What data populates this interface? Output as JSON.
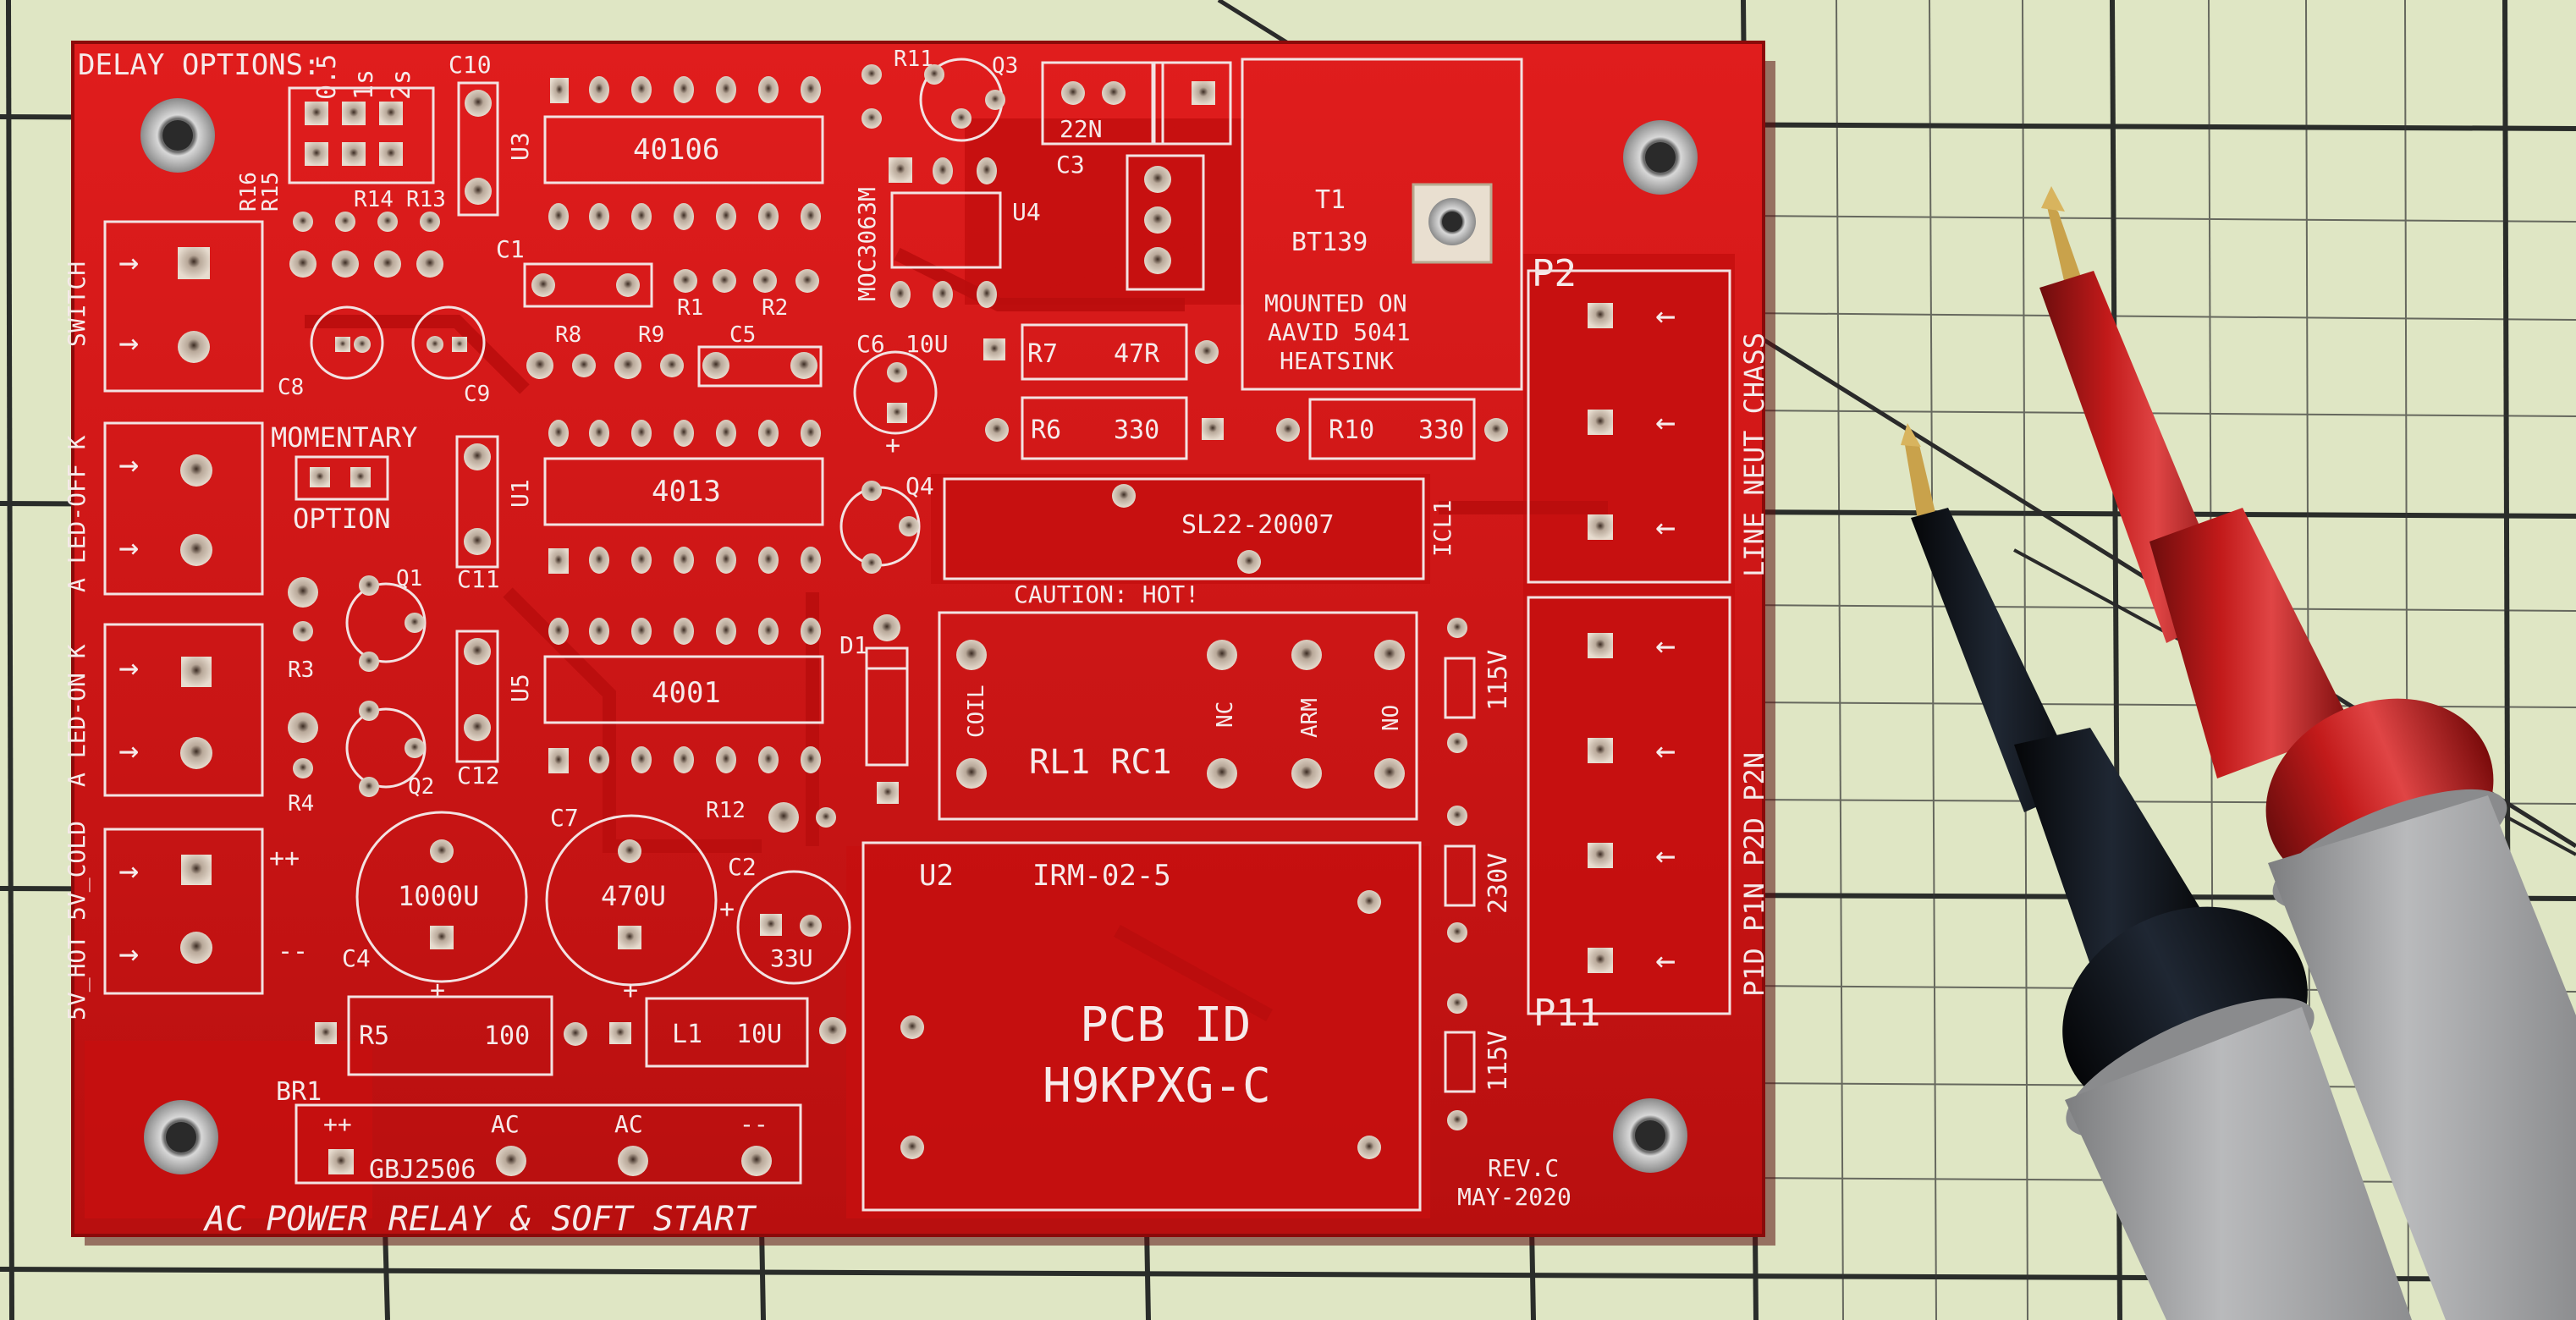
{
  "photo": {
    "subject": "red printed circuit board with two multimeter test probes",
    "mat_color": "#dfe6c4",
    "board_color": "#d51414",
    "silkscreen_color": "#f6eaea"
  },
  "board": {
    "title": "AC POWER RELAY & SOFT START",
    "delay_options": {
      "label": "DELAY OPTIONS:",
      "opt_05": "0.5",
      "opt_1s": "1s",
      "opt_2s": "2s"
    },
    "rev": "REV.C",
    "date": "MAY-2020",
    "pcb_id_label": "PCB ID",
    "pcb_id": "H9KPXG-C",
    "caution": "CAUTION: HOT!",
    "heatsink_note": {
      "line1": "MOUNTED ON",
      "line2": "AAVID 5041",
      "line3": "HEATSINK"
    },
    "momentary": {
      "line1": "MOMENTARY",
      "line2": "OPTION"
    },
    "side_labels": {
      "switch": "SWITCH",
      "led_off": "A  LED-OFF  K",
      "led_on": "A  LED-ON  K",
      "power": "5V_HOT 5V_COLD",
      "p2": "LINE NEUT CHASS",
      "p11": "P1D  P1N  P2D  P2N"
    },
    "connectors": {
      "p2": "P2",
      "p11": "P11"
    },
    "ics": {
      "u3": "U3",
      "u3_part": "40106",
      "u1": "U1",
      "u1_part": "4013",
      "u5": "U5",
      "u5_part": "4001",
      "u4": "U4",
      "u4_part": "MOC3063M",
      "u2": "U2",
      "u2_part": "IRM-02-5",
      "icl1": "ICL1",
      "icl1_part": "SL22-20007"
    },
    "relay": {
      "name": "RL1 RC1",
      "coil": "COIL",
      "nc": "NC",
      "arm": "ARM",
      "no": "NO"
    },
    "triac": {
      "ref": "T1",
      "part": "BT139"
    },
    "bridge": {
      "ref": "BR1",
      "part": "GBJ2506",
      "pp": "++",
      "ac1": "AC",
      "ac2": "AC",
      "mm": "--"
    },
    "caps": {
      "c1": "C1",
      "c2": "C2",
      "c2_val": "33U",
      "c3": "C3",
      "c3_val": "22N",
      "c4": "C4",
      "c4_val": "1000U",
      "c5": "C5",
      "c6": "C6",
      "c6_val": "10U",
      "c7": "C7",
      "c7_val": "470U",
      "c8": "C8",
      "c9": "C9",
      "c10": "C10",
      "c11": "C11",
      "c12": "C12"
    },
    "resistors": {
      "r1": "R1",
      "r2": "R2",
      "r3": "R3",
      "r4": "R4",
      "r5": "R5",
      "r5_val": "100",
      "r6": "R6",
      "r6_val": "330",
      "r7": "R7",
      "r7_val": "47R",
      "r8": "R8",
      "r9": "R9",
      "r10": "R10",
      "r10_val": "330",
      "r11": "R11",
      "r12": "R12",
      "r13": "R13",
      "r14": "R14",
      "r15": "R15",
      "r16": "R16"
    },
    "transistors": {
      "q1": "Q1",
      "q2": "Q2",
      "q3": "Q3",
      "q4": "Q4"
    },
    "diode": "D1",
    "inductor": {
      "ref": "L1",
      "val": "10U"
    },
    "voltage_jumpers": {
      "top": "115V",
      "mid": "230V",
      "bot": "115V"
    },
    "plus_marks": {
      "pp": "++",
      "mm": "--",
      "plus": "+"
    }
  }
}
